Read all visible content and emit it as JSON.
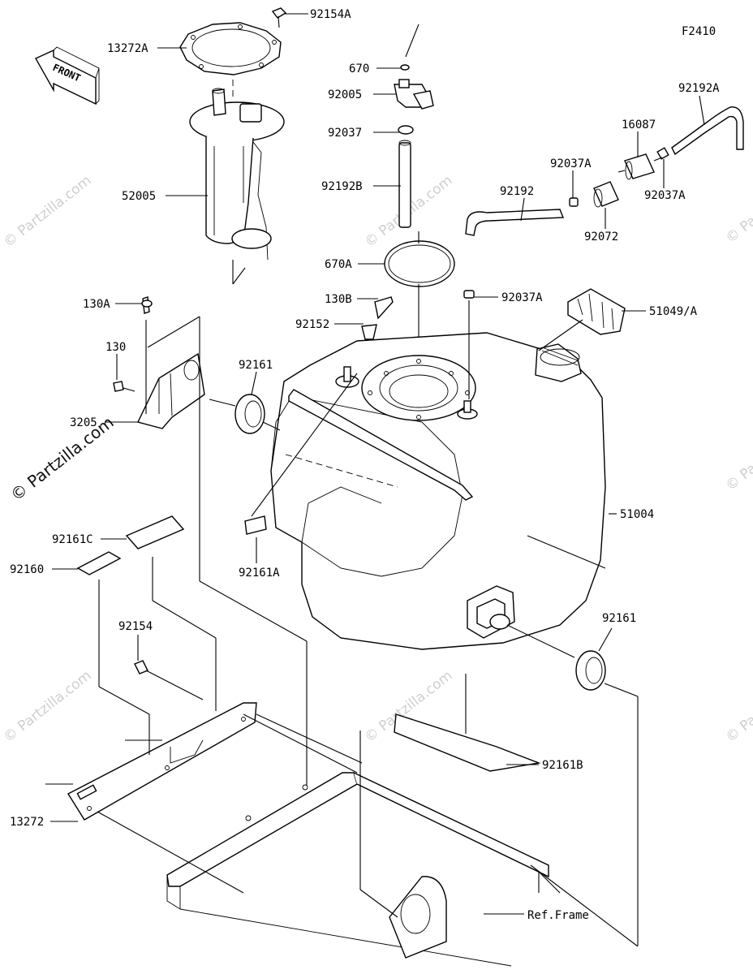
{
  "figure_code": "F2410",
  "front_label": "FRONT",
  "watermark_text": "© Partzilla.com",
  "labels": {
    "p92154A": "92154A",
    "p13272A": "13272A",
    "p52005": "52005",
    "p670": "670",
    "p92005": "92005",
    "p92037": "92037",
    "p92192B": "92192B",
    "p670A": "670A",
    "p92192A": "92192A",
    "p16087": "16087",
    "p92037A_1": "92037A",
    "p92037A_2": "92037A",
    "p92192": "92192",
    "p92072": "92072",
    "p92037A_3": "92037A",
    "p130A": "130A",
    "p130": "130",
    "p130B": "130B",
    "p92152": "92152",
    "p92161_1": "92161",
    "p51049": "51049/A",
    "p3205": "3205",
    "p51004": "51004",
    "p92161C": "92161C",
    "p92160": "92160",
    "p92161A": "92161A",
    "p92161_2": "92161",
    "p92154": "92154",
    "p92161B": "92161B",
    "p13272": "13272",
    "ref_frame": "Ref.Frame"
  },
  "colors": {
    "line": "#000000",
    "background": "#ffffff",
    "watermark": "#cfcfcf"
  }
}
